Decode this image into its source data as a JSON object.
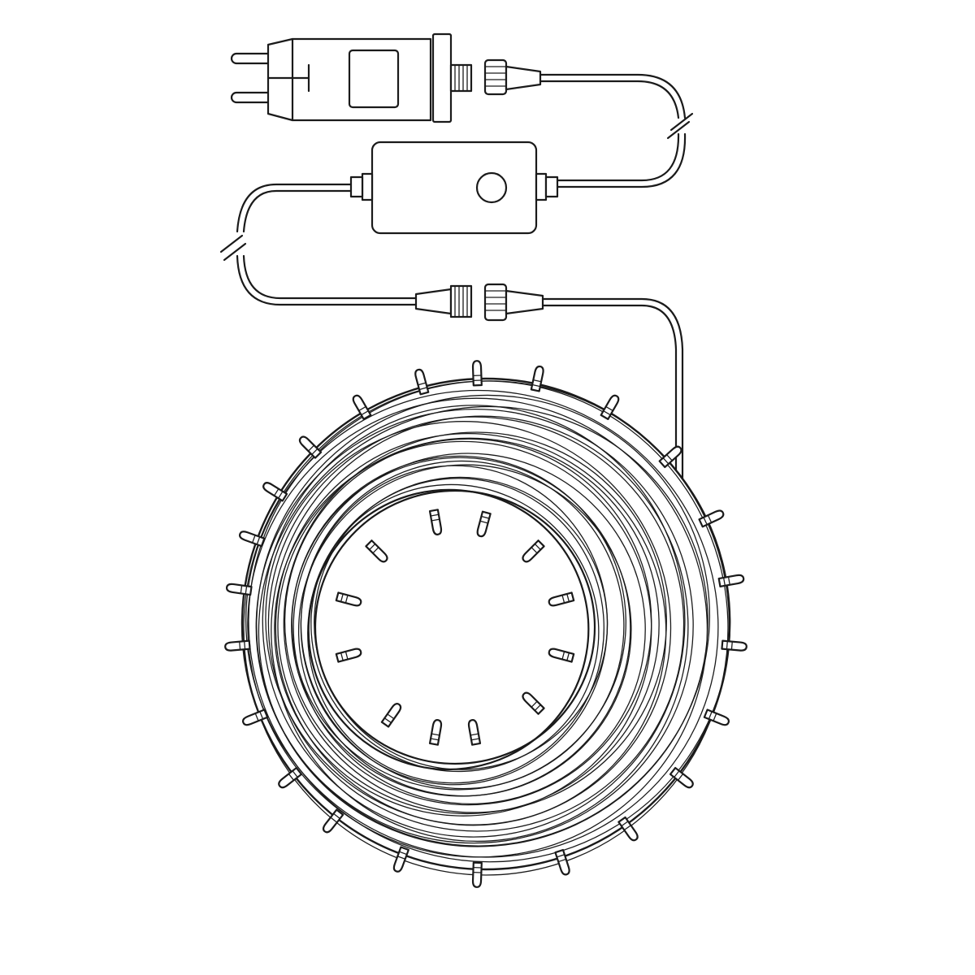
{
  "drawing": {
    "subject": "led-string-light-set",
    "line_color": "#1a1a1a",
    "background_color": "#ffffff",
    "components": [
      "plug-adapter",
      "controller-box",
      "connectors",
      "coiled-light-string"
    ]
  }
}
